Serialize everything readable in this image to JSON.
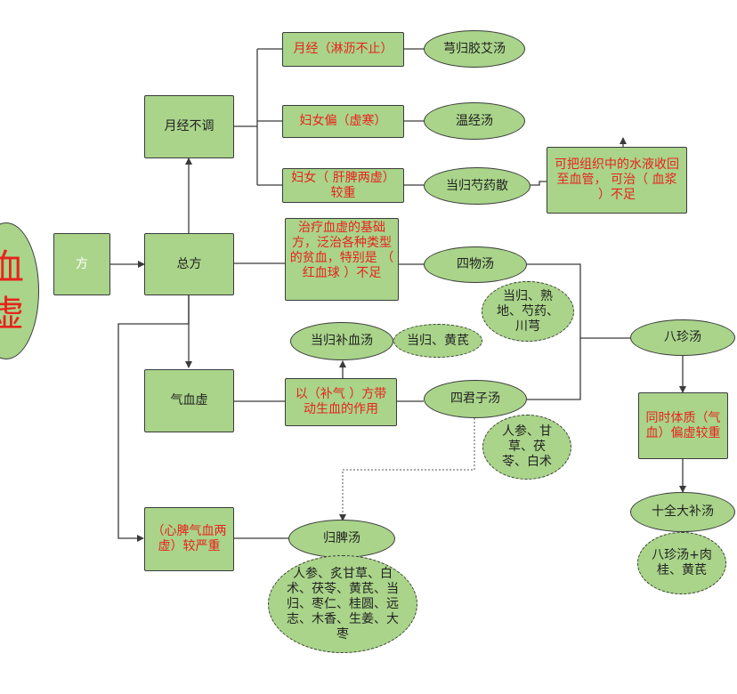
{
  "root": {
    "line1": "血",
    "line2": "虚"
  },
  "fang": "方",
  "zongfang": "总方",
  "yuejing_buitiao": "月经不调",
  "qixuexu": "气血虚",
  "xinpi": "（心脾气血两虚）较严重",
  "yuejing_linli": "月经（淋沥不止）",
  "funu_xuhan": "妇女偏（虚寒）",
  "funu_ganpi": "妇女（ 肝脾两虚）较重",
  "xiongguijiaoai": "芎归胶艾汤",
  "wenjing": "温经汤",
  "dangguishaoyao": "当归芍药散",
  "danggui_note": "可把组织中的水液收回至血管， 可治（ 血浆 ）不足",
  "zongfang_note": "治疗血虚的基础 方，泛治各种类型的贫血，特别是 （ 红血球 ）不足",
  "siwu": "四物汤",
  "siwu_herbs": "当归、熟地、芍药、川芎",
  "dangguibuxue": "当归补血汤",
  "dangguibuxue_herbs": "当归、黄芪",
  "buqi_note": "以（补气 ）方带动生血的作用",
  "sijunzi": "四君子汤",
  "sijunzi_herbs": "人参、甘草、茯苓、白术",
  "guipi": "归脾汤",
  "guipi_herbs": "人参、炙甘草、白术、茯苓、黄芪、当归、枣仁、桂圆、远志、木香、生姜、大枣",
  "bazhen": "八珍汤",
  "bazhen_note": "同时体质（气血）偏虚较重",
  "shiquan": "十全大补汤",
  "shiquan_herbs": "八珍汤+肉桂、黄芪"
}
